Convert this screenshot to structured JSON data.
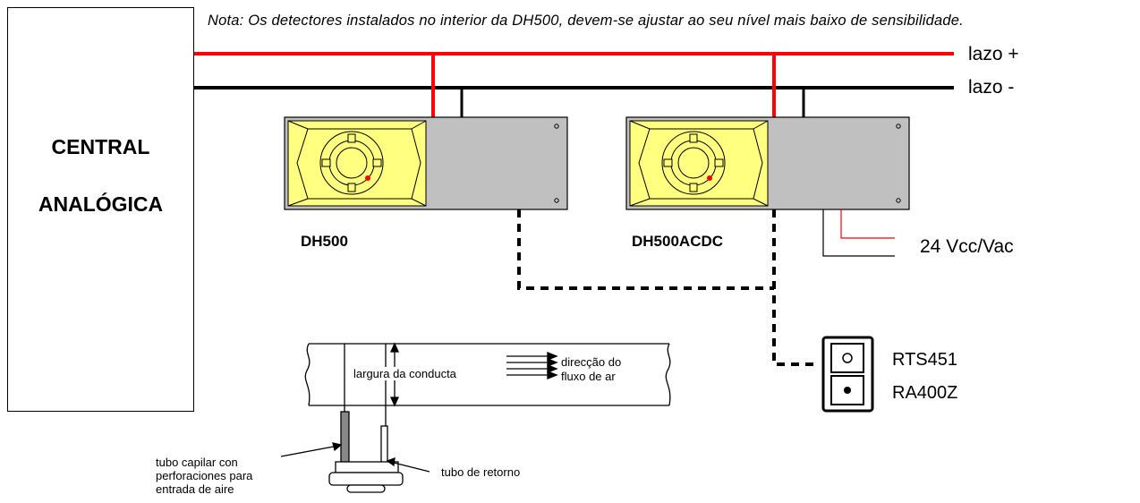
{
  "note": "Nota: Os detectores instalados no interior da DH500, devem-se ajustar ao seu nível mais baixo de sensibilidade.",
  "central": {
    "line1": "CENTRAL",
    "line2": "ANALÓGICA"
  },
  "loop": {
    "plus": "lazo +",
    "minus": "lazo -"
  },
  "devices": {
    "dh500": "DH500",
    "dh500acdc": "DH500ACDC"
  },
  "power": "24  Vcc/Vac",
  "remote": {
    "rts": "RTS451",
    "ra": "RA400Z"
  },
  "duct": {
    "width": "largura da conducta",
    "flow1": "direcção do",
    "flow2": "fluxo de ar",
    "capillary1": "tubo capilar con",
    "capillary2": "perforaciones para",
    "capillary3": "entrada de aire",
    "return": "tubo de retorno"
  },
  "colors": {
    "loop_positive": "#ff0000",
    "loop_negative": "#000000",
    "housing": "#c0c0c0",
    "detector": "#ffff80"
  }
}
